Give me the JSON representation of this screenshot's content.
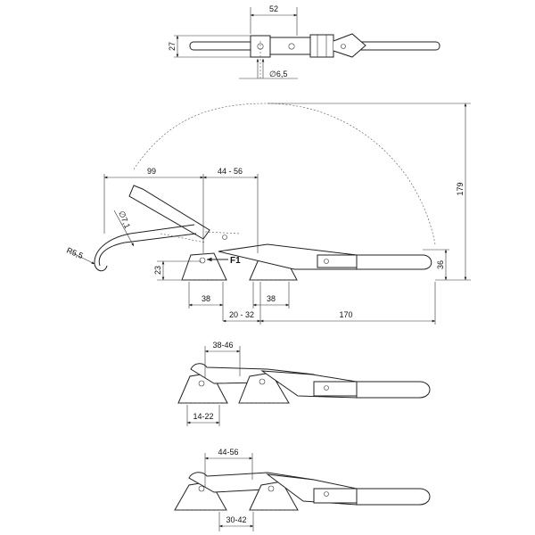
{
  "top_view": {
    "dim_width": "52",
    "dim_height": "27",
    "dim_hole": "∅6,5"
  },
  "side_view": {
    "dim_99": "99",
    "dim_44_56": "44 - 56",
    "dim_179": "179",
    "dim_d7": "∅7,1",
    "dim_r55": "R5,5",
    "label_f1": "F1",
    "dim_23": "23",
    "dim_36": "36",
    "dim_38_left": "38",
    "dim_38_right": "38",
    "dim_20_32": "20 - 32",
    "dim_170": "170"
  },
  "variant_b": {
    "dim_top": "38-46",
    "dim_bottom": "14-22"
  },
  "variant_c": {
    "dim_top": "44-56",
    "dim_bottom": "30-42"
  }
}
